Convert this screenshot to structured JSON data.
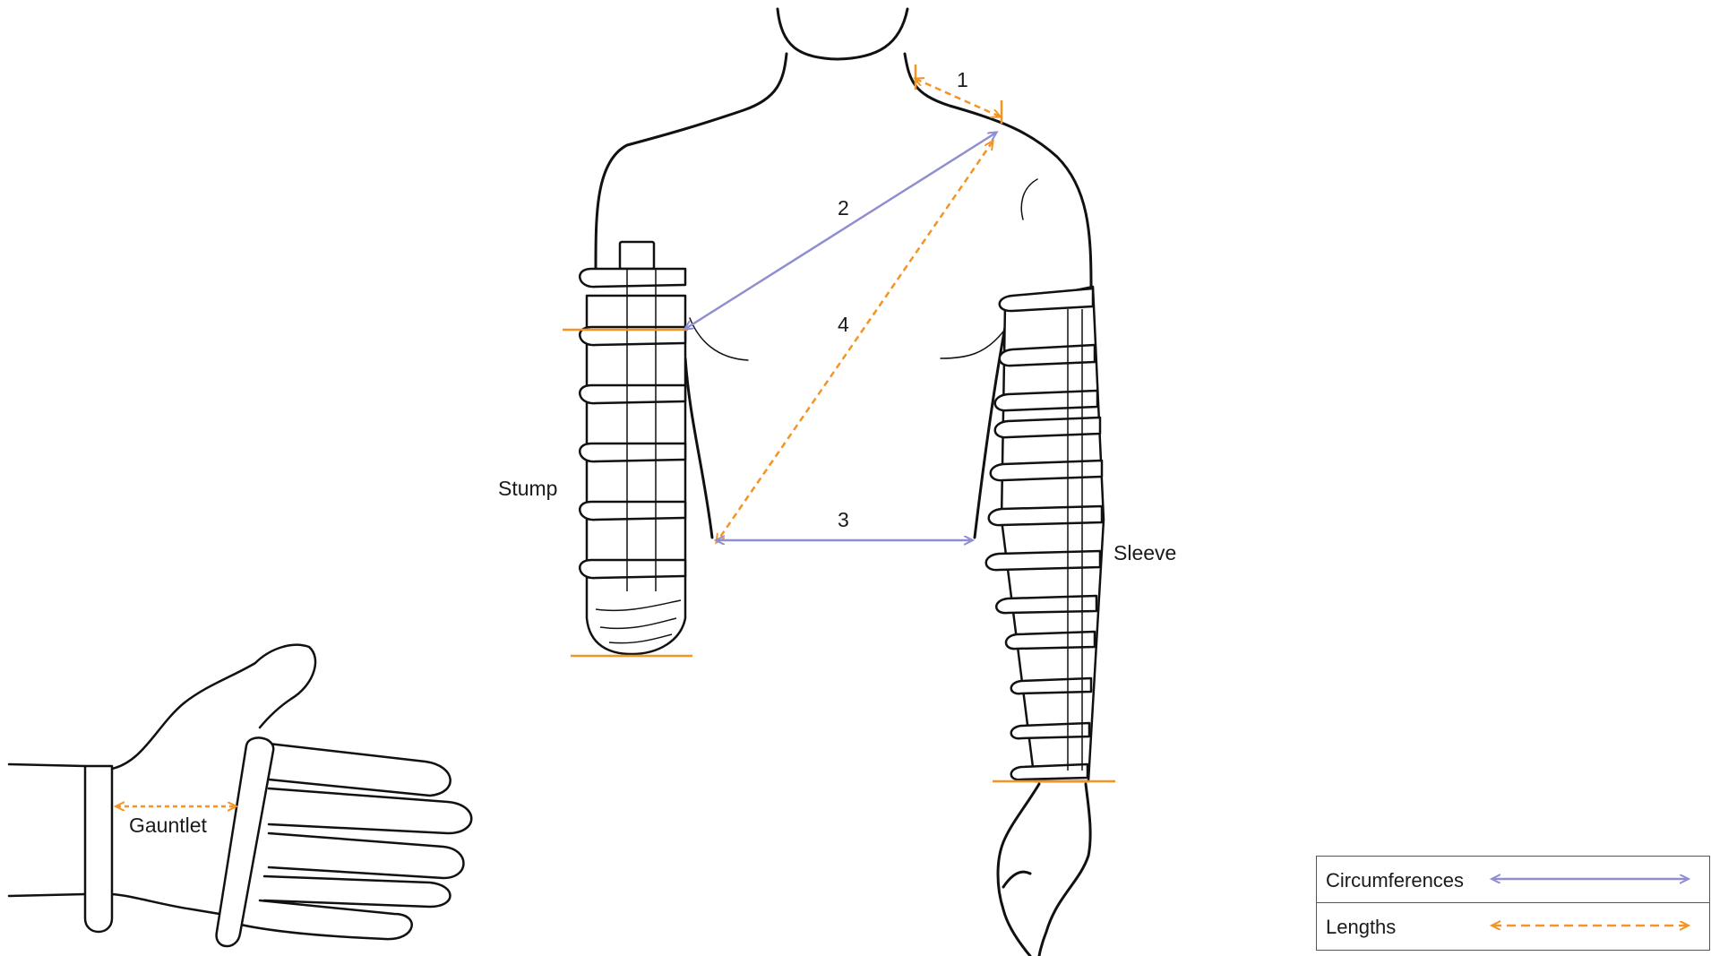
{
  "labels": {
    "m1": "1",
    "m2": "2",
    "m3": "3",
    "m4": "4",
    "stump": "Stump",
    "sleeve": "Sleeve",
    "gauntlet": "Gauntlet"
  },
  "legend": {
    "circumferences": "Circumferences",
    "lengths": "Lengths"
  },
  "colors": {
    "circumference": "#8f8fd0",
    "length": "#f39425",
    "outline": "#111111"
  }
}
